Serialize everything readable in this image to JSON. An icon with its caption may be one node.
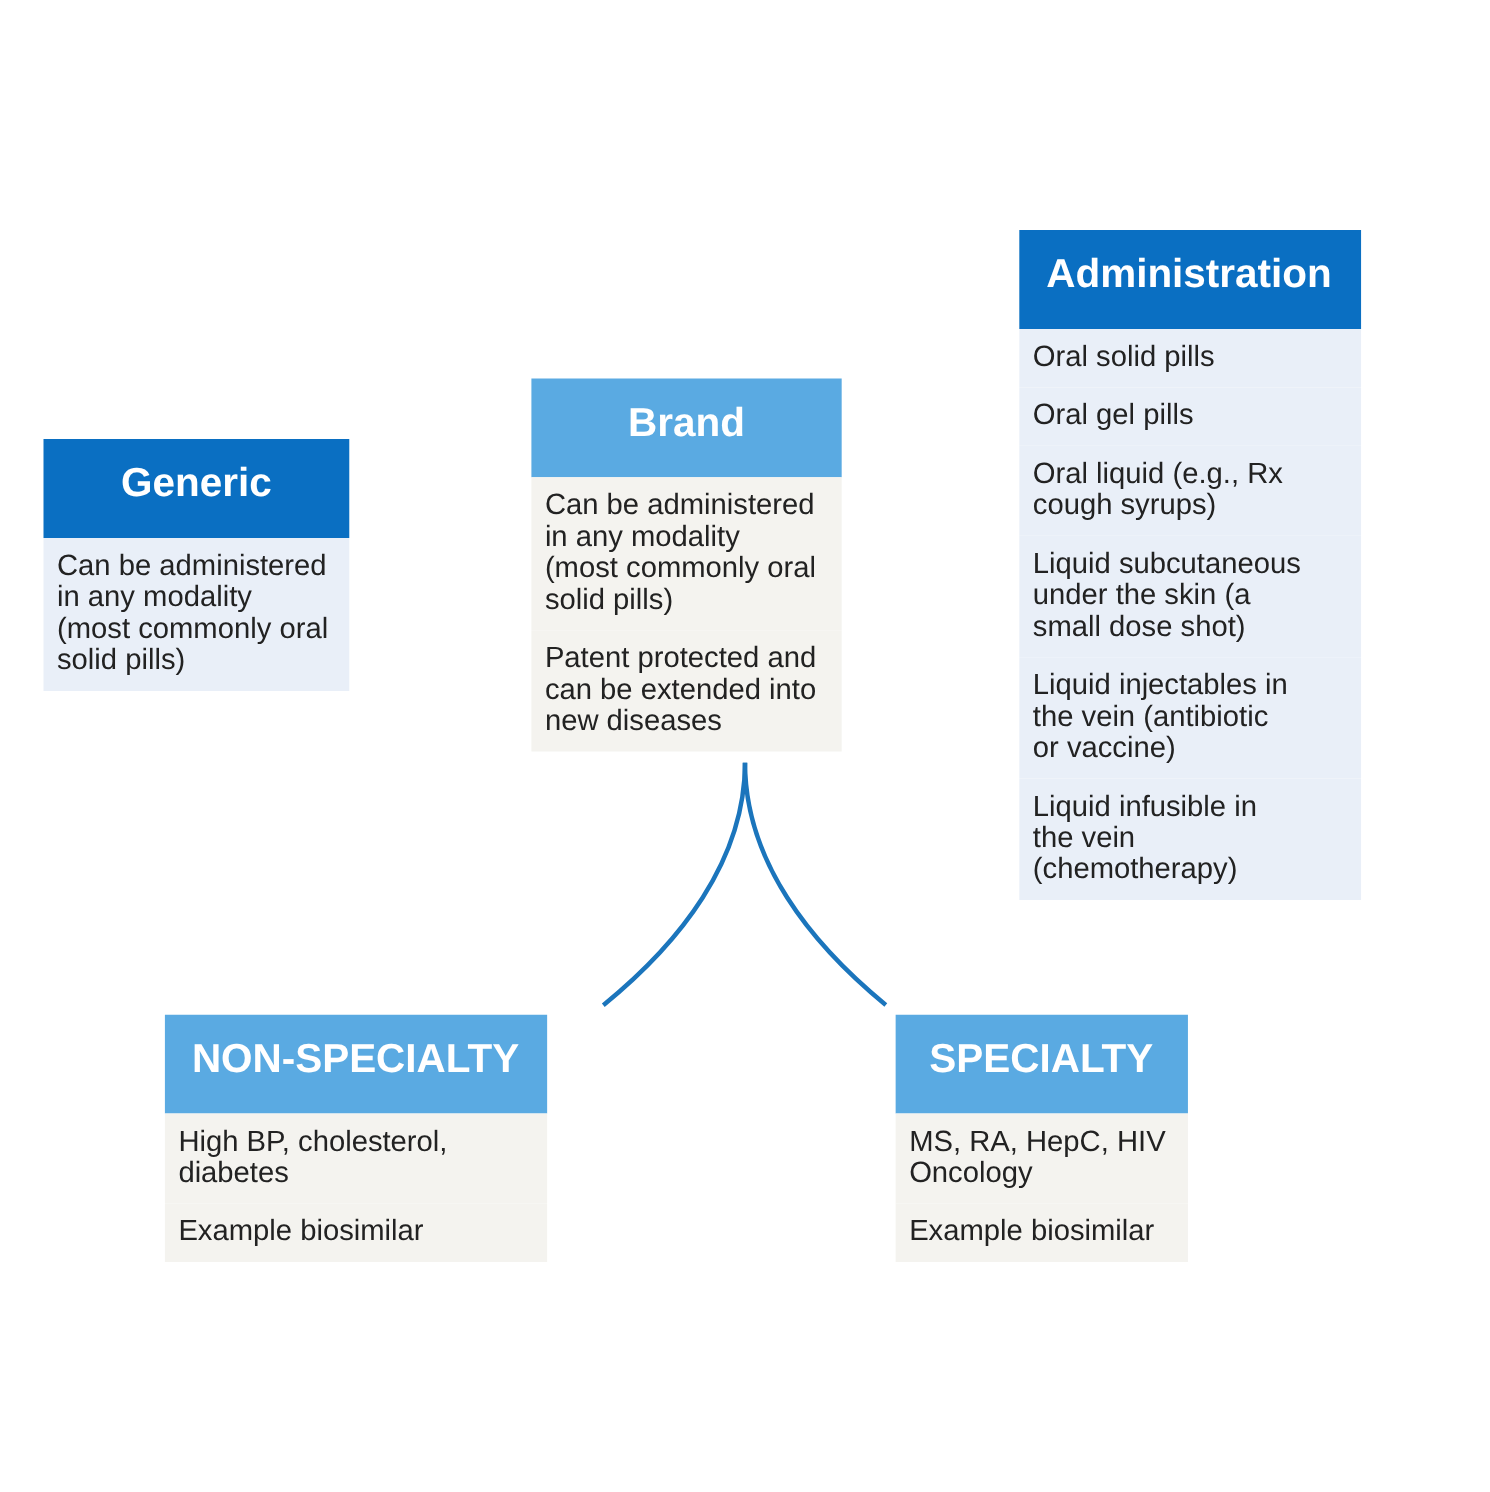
{
  "diagram": {
    "nodes": [
      {
        "text": [
          "Generic",
          "Can be administered in any modality (most commonly oral solid pills)"
        ]
      },
      {
        "text": [
          "Brand",
          "Can be administered in any modality (most commonly oral solid pills)",
          "Patent protected and can be extended into new diseases"
        ]
      },
      {
        "text": [
          "Administration",
          "Oral solid pills",
          "Oral gel pills",
          "Oral liquid (e.g., Rx cough syrups)",
          "Liquid subcutaneous under the skin (a small dose shot)",
          "Liquid injectables in the vein (antibiotic or vaccine)",
          "Liquid infusible in the vein (chemotherapy)"
        ]
      },
      {
        "text": [
          "NON-SPECIALTY",
          "High BP, cholesterol, diabetes",
          "Example biosimilar"
        ]
      },
      {
        "text": [
          "SPECIALTY",
          "MS, RA, HepC, HIV Oncology",
          "Example biosimilar"
        ]
      }
    ],
    "edges": [
      {
        "from": 1,
        "to": 3,
        "arrow": "none",
        "color": "#1b75bc"
      },
      {
        "from": 1,
        "to": 4,
        "arrow": "none",
        "color": "#1b75bc"
      }
    ]
  }
}
